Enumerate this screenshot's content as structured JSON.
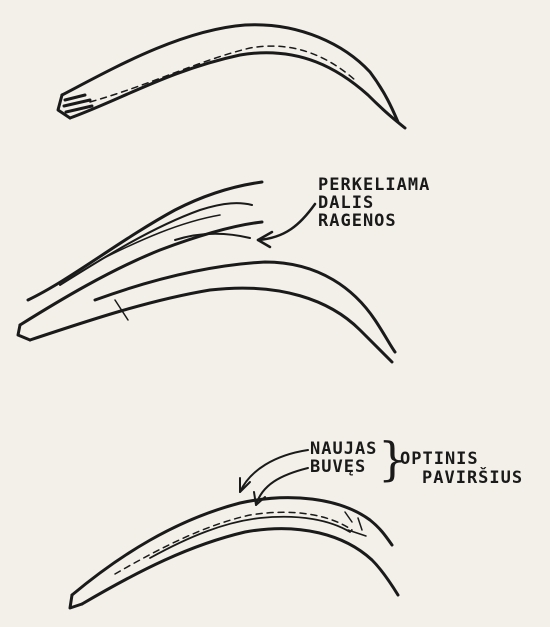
{
  "labels": {
    "perkeliama": "PERKELIAMA",
    "dalis": "DALIS",
    "ragenos": "RAGENOS",
    "naujas": "NAUJAS",
    "buves": "BUVĘS",
    "optinis": "OPTINIS",
    "pavirsius": "PAVIRŠIUS"
  },
  "colors": {
    "ink": "#1a1a1a",
    "paper": "#f3f0e9"
  }
}
